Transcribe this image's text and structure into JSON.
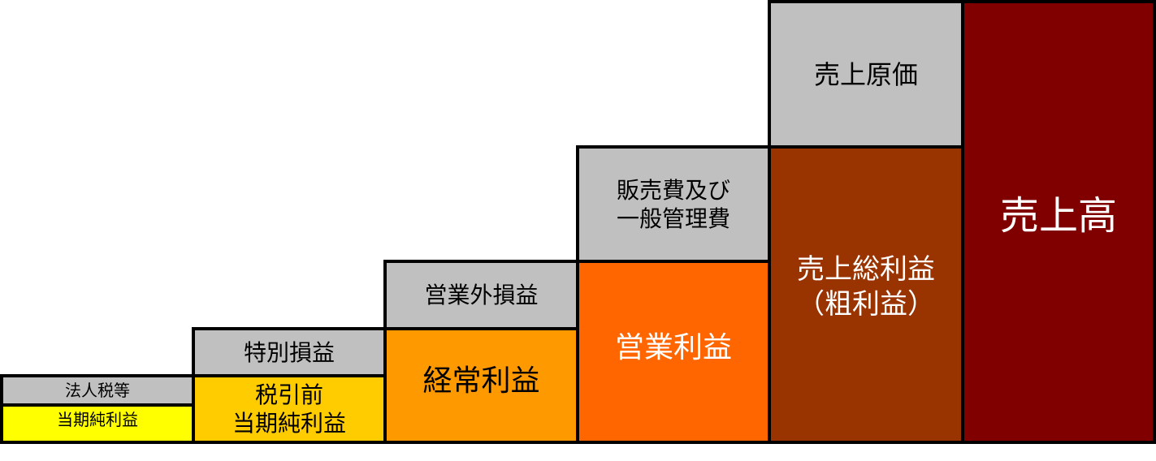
{
  "colors": {
    "gray": "#c0c0c0",
    "net_income": "#ffff00",
    "pretax_income": "#ffcc00",
    "ordinary_income": "#ff9900",
    "operating_income": "#ff6600",
    "gross_profit": "#993300",
    "sales": "#800000"
  },
  "columns": [
    {
      "top": "法人税等",
      "bottom": "当期純利益"
    },
    {
      "top": "特別損益",
      "bottom": "税引前\n当期純利益"
    },
    {
      "top": "営業外損益",
      "bottom": "経常利益"
    },
    {
      "top": "販売費及び\n一般管理費",
      "bottom": "営業利益"
    },
    {
      "top": "売上原価",
      "bottom": "売上総利益\n（粗利益）"
    },
    {
      "single": "売上高"
    }
  ]
}
